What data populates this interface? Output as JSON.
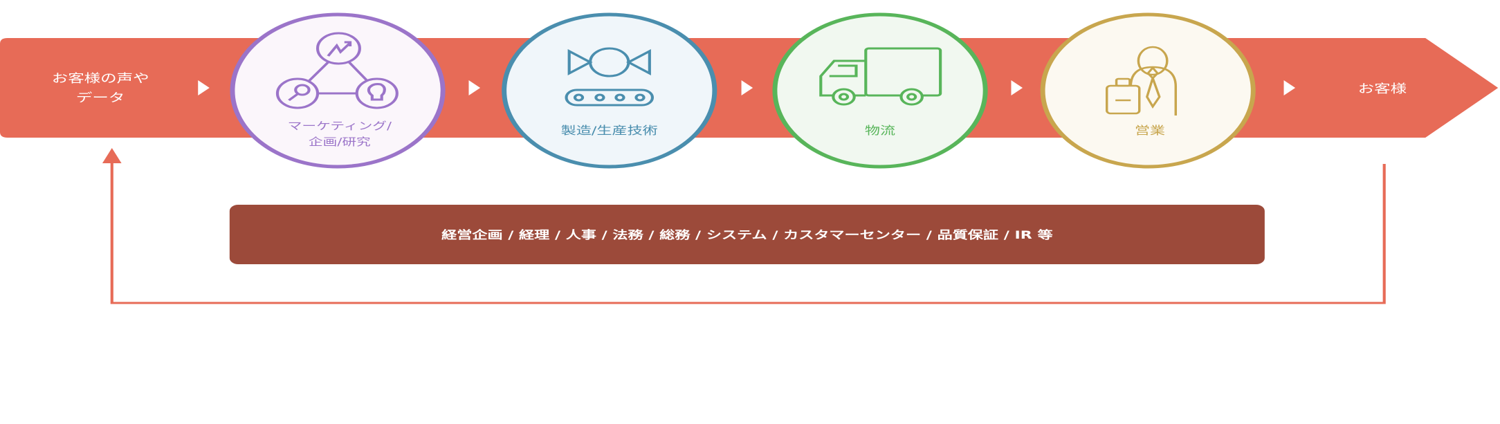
{
  "colors": {
    "band": "#e76b57",
    "footer": "#9c4a3a",
    "marketing": "#9b74c9",
    "manufacturing": "#4a8eae",
    "logistics": "#58b55a",
    "sales": "#c8a64e"
  },
  "start": {
    "line1": "お客様の声や",
    "line2": "データ"
  },
  "end": {
    "label": "お客様"
  },
  "stages": [
    {
      "line1": "マーケティング/",
      "line2": "企画/研究",
      "icon": "network-insight-icon"
    },
    {
      "label": "製造/生産技術",
      "icon": "conveyor-belt-icon"
    },
    {
      "label": "物流",
      "icon": "truck-icon"
    },
    {
      "label": "営業",
      "icon": "businessperson-icon"
    }
  ],
  "support": {
    "label": "経営企画 / 経理 / 人事 / 法務 / 総務 / システム / カスタマーセンター / 品質保証 / IR 等"
  }
}
